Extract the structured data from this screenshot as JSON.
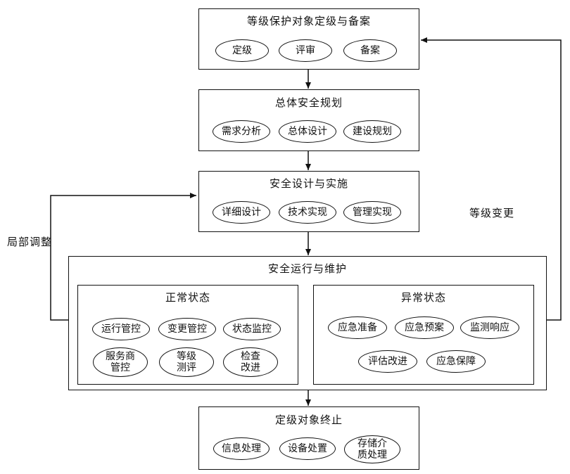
{
  "stages": {
    "grading": {
      "title": "等级保护对象定级与备案",
      "items": [
        "定级",
        "评审",
        "备案"
      ]
    },
    "planning": {
      "title": "总体安全规划",
      "items": [
        "需求分析",
        "总体设计",
        "建设规划"
      ]
    },
    "design": {
      "title": "安全设计与实施",
      "items": [
        "详细设计",
        "技术实现",
        "管理实现"
      ]
    },
    "operation": {
      "title": "安全运行与维护",
      "normal": {
        "title": "正常状态",
        "items": [
          "运行管控",
          "变更管控",
          "状态监控",
          "服务商\n管控",
          "等级\n测评",
          "检查\n改进"
        ]
      },
      "abnormal": {
        "title": "异常状态",
        "items": [
          "应急准备",
          "应急预案",
          "监测响应",
          "评估改进",
          "应急保障"
        ]
      }
    },
    "termination": {
      "title": "定级对象终止",
      "items": [
        "信息处理",
        "设备处置",
        "存储介\n质处理"
      ]
    }
  },
  "feedback": {
    "local_adjust": "局部调整",
    "level_change": "等级变更"
  }
}
